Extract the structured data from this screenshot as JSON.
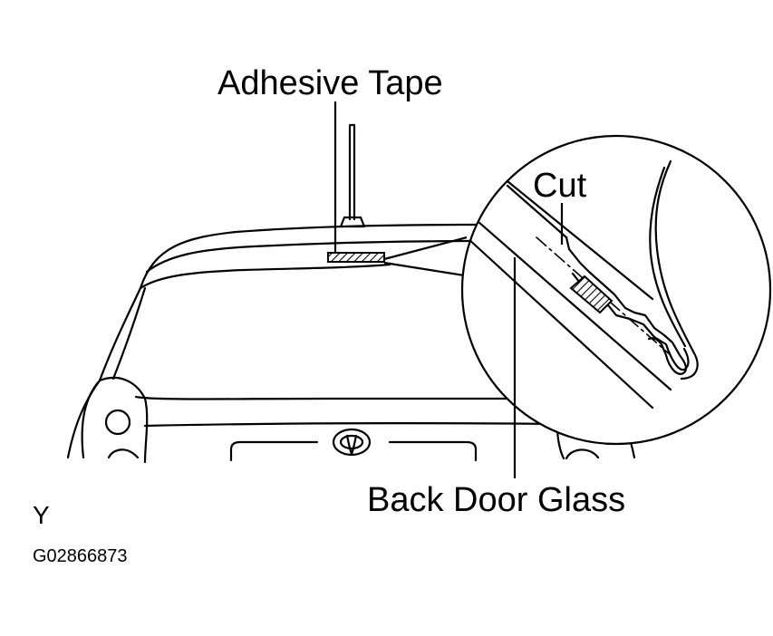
{
  "labels": {
    "adhesive_tape": "Adhesive Tape",
    "cut": "Cut",
    "back_door_glass": "Back Door Glass",
    "view_letter": "Y",
    "figure_code": "G02866873"
  },
  "colors": {
    "line": "#000000",
    "background": "#ffffff"
  }
}
